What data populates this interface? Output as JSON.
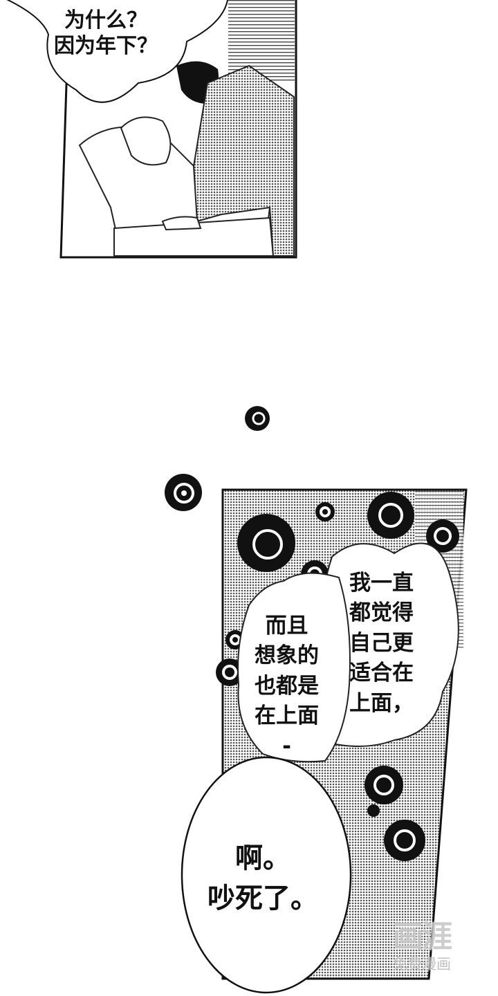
{
  "panels": [
    {
      "bubbles": [
        {
          "lines": [
            "为什么？",
            "因为年下？"
          ]
        }
      ]
    },
    {
      "bubbles": [
        {
          "lines": [
            "我一直",
            "都觉得",
            "自己更",
            "适合在",
            "上面，"
          ]
        },
        {
          "lines": [
            "而且",
            "想象的",
            "也都是",
            "在上面",
            "-"
          ]
        },
        {
          "lines": [
            "啊。",
            "吵死了。"
          ]
        }
      ]
    }
  ],
  "watermark": {
    "logo": "画涯",
    "tagline": "免费漫画"
  },
  "colors": {
    "ink": "#111111",
    "screentone": "#9a9a9a",
    "paper": "#ffffff"
  }
}
